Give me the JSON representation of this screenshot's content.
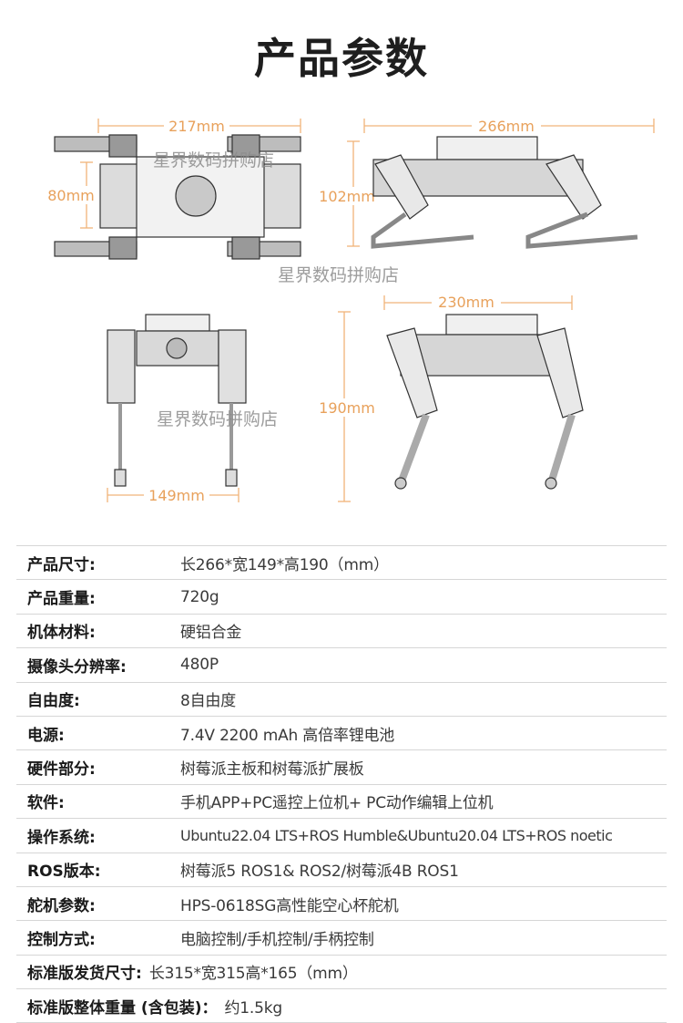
{
  "title": "产品参数",
  "diagram": {
    "top_view_width": "217mm",
    "top_view_depth": "80mm",
    "side_view_length": "266mm",
    "side_view_height": "102mm",
    "front_view_width": "149mm",
    "standing_length": "230mm",
    "standing_height": "190mm"
  },
  "watermarks": [
    "星界数码拼购店",
    "星界数码拼购店",
    "星界数码拼购店"
  ],
  "specs": [
    {
      "label": "产品尺寸:",
      "value": "长266*宽149*高190（mm）"
    },
    {
      "label": "产品重量:",
      "value": "720g"
    },
    {
      "label": "机体材料:",
      "value": "硬铝合金"
    },
    {
      "label": "摄像头分辨率:",
      "value": "480P"
    },
    {
      "label": "自由度:",
      "value": "8自由度"
    },
    {
      "label": "电源:",
      "value": "7.4V 2200 mAh 高倍率锂电池"
    },
    {
      "label": "硬件部分:",
      "value": "树莓派主板和树莓派扩展板"
    },
    {
      "label": "软件:",
      "value": "手机APP+PC遥控上位机+ PC动作编辑上位机"
    },
    {
      "label": "操作系统:",
      "value": "Ubuntu22.04 LTS+ROS Humble&Ubuntu20.04 LTS+ROS noetic"
    },
    {
      "label": "ROS版本:",
      "value": "树莓派5 ROS1& ROS2/树莓派4B ROS1"
    },
    {
      "label": "舵机参数:",
      "value": "HPS-0618SG高性能空心杯舵机"
    },
    {
      "label": "控制方式:",
      "value": "电脑控制/手机控制/手柄控制"
    },
    {
      "label": "标准版发货尺寸:",
      "value": "长315*宽315高*165（mm）"
    },
    {
      "label": "标准版整体重量 (含包装)：",
      "value": "约1.5kg"
    }
  ]
}
